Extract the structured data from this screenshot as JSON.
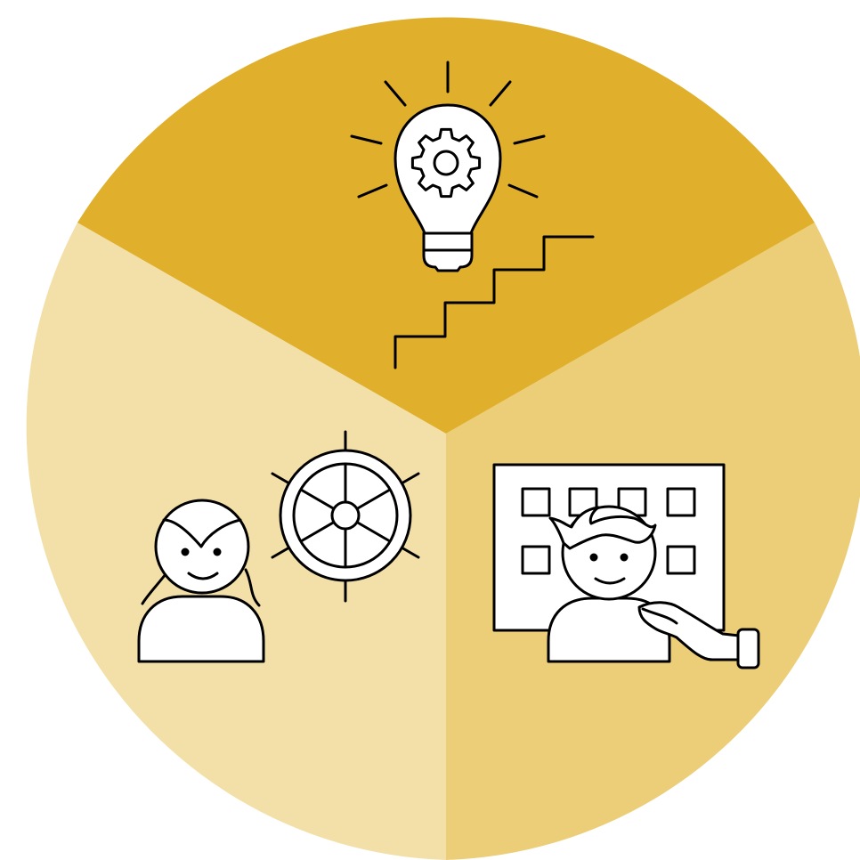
{
  "diagram": {
    "type": "three-segment-circle",
    "segments": [
      {
        "id": "innovation",
        "icon": "lightbulb-gear-stairs-icon",
        "color": "#E0B02C"
      },
      {
        "id": "guidance",
        "icon": "person-steering-wheel-icon",
        "color": "#F3DFA8"
      },
      {
        "id": "support",
        "icon": "person-board-hand-icon",
        "color": "#ECCD78"
      }
    ],
    "colors": {
      "outline": "#000000",
      "icon_fill": "#FFFFFF",
      "background": "#FFFFFF"
    }
  }
}
